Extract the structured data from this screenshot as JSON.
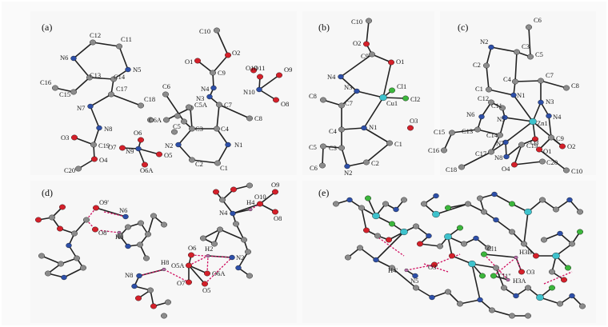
{
  "panels": {
    "a": {
      "label": "(a)",
      "atoms": [
        {
          "t": "C12",
          "el": "C"
        },
        {
          "t": "C11",
          "el": "C"
        },
        {
          "t": "N6",
          "el": "N"
        },
        {
          "t": "N5",
          "el": "N"
        },
        {
          "t": "C13",
          "el": "C"
        },
        {
          "t": "C14",
          "el": "C"
        },
        {
          "t": "C16",
          "el": "C"
        },
        {
          "t": "C15",
          "el": "C"
        },
        {
          "t": "C17",
          "el": "C"
        },
        {
          "t": "N7",
          "el": "N"
        },
        {
          "t": "C18",
          "el": "C"
        },
        {
          "t": "N8",
          "el": "N"
        },
        {
          "t": "O3",
          "el": "O"
        },
        {
          "t": "C19",
          "el": "C"
        },
        {
          "t": "O4",
          "el": "O"
        },
        {
          "t": "C20",
          "el": "C"
        },
        {
          "t": "C10",
          "el": "C"
        },
        {
          "t": "O1",
          "el": "O"
        },
        {
          "t": "O2",
          "el": "O"
        },
        {
          "t": "C9",
          "el": "C"
        },
        {
          "t": "N4",
          "el": "N"
        },
        {
          "t": "N3",
          "el": "N"
        },
        {
          "t": "C7",
          "el": "C"
        },
        {
          "t": "C8",
          "el": "C"
        },
        {
          "t": "C6",
          "el": "C"
        },
        {
          "t": "C5A",
          "el": "C"
        },
        {
          "t": "C6A",
          "el": "C"
        },
        {
          "t": "C5",
          "el": "C"
        },
        {
          "t": "C3",
          "el": "C"
        },
        {
          "t": "C4",
          "el": "C"
        },
        {
          "t": "N2",
          "el": "N"
        },
        {
          "t": "N1",
          "el": "N"
        },
        {
          "t": "C2",
          "el": "C"
        },
        {
          "t": "C1",
          "el": "C"
        },
        {
          "t": "O10",
          "el": "O"
        },
        {
          "t": "O9",
          "el": "O"
        },
        {
          "t": "N10",
          "el": "N"
        },
        {
          "t": "O11",
          "el": "O"
        },
        {
          "t": "O8",
          "el": "O"
        },
        {
          "t": "O6",
          "el": "O"
        },
        {
          "t": "O7",
          "el": "O"
        },
        {
          "t": "N9",
          "el": "N"
        },
        {
          "t": "O5",
          "el": "O"
        },
        {
          "t": "O6A",
          "el": "O"
        }
      ]
    },
    "b": {
      "label": "(b)",
      "atoms": [
        {
          "t": "C10",
          "el": "C"
        },
        {
          "t": "O2",
          "el": "O"
        },
        {
          "t": "C9",
          "el": "C"
        },
        {
          "t": "O1",
          "el": "O"
        },
        {
          "t": "N4",
          "el": "N"
        },
        {
          "t": "Cl1",
          "el": "Cl"
        },
        {
          "t": "Cl2",
          "el": "Cl"
        },
        {
          "t": "N3",
          "el": "N"
        },
        {
          "t": "Cu1",
          "el": "M"
        },
        {
          "t": "C8",
          "el": "C"
        },
        {
          "t": "C7",
          "el": "C"
        },
        {
          "t": "C4",
          "el": "C"
        },
        {
          "t": "N1",
          "el": "N"
        },
        {
          "t": "O3",
          "el": "O"
        },
        {
          "t": "C3",
          "el": "C"
        },
        {
          "t": "C1",
          "el": "C"
        },
        {
          "t": "C5",
          "el": "C"
        },
        {
          "t": "C6",
          "el": "C"
        },
        {
          "t": "N2",
          "el": "N"
        },
        {
          "t": "C2",
          "el": "C"
        }
      ]
    },
    "c": {
      "label": "(c)",
      "atoms": [
        {
          "t": "C6",
          "el": "C"
        },
        {
          "t": "N2",
          "el": "N"
        },
        {
          "t": "C3",
          "el": "C"
        },
        {
          "t": "C5",
          "el": "C"
        },
        {
          "t": "C2",
          "el": "C"
        },
        {
          "t": "C4",
          "el": "C"
        },
        {
          "t": "C7",
          "el": "C"
        },
        {
          "t": "C8",
          "el": "C"
        },
        {
          "t": "C1",
          "el": "C"
        },
        {
          "t": "N1",
          "el": "N"
        },
        {
          "t": "N3",
          "el": "N"
        },
        {
          "t": "C12",
          "el": "C"
        },
        {
          "t": "C11",
          "el": "C"
        },
        {
          "t": "N6",
          "el": "N"
        },
        {
          "t": "N5",
          "el": "N"
        },
        {
          "t": "N4",
          "el": "N"
        },
        {
          "t": "Zn1",
          "el": "M"
        },
        {
          "t": "C13",
          "el": "C"
        },
        {
          "t": "C14",
          "el": "C"
        },
        {
          "t": "C15",
          "el": "C"
        },
        {
          "t": "N7",
          "el": "N"
        },
        {
          "t": "O3",
          "el": "O"
        },
        {
          "t": "C9",
          "el": "C"
        },
        {
          "t": "C16",
          "el": "C"
        },
        {
          "t": "C19",
          "el": "C"
        },
        {
          "t": "O1",
          "el": "O"
        },
        {
          "t": "O2",
          "el": "O"
        },
        {
          "t": "C17",
          "el": "C"
        },
        {
          "t": "N8",
          "el": "N"
        },
        {
          "t": "C18",
          "el": "C"
        },
        {
          "t": "O4",
          "el": "O"
        },
        {
          "t": "C20",
          "el": "C"
        },
        {
          "t": "C10",
          "el": "C"
        }
      ]
    },
    "d": {
      "label": "(d)",
      "atoms": [
        {
          "t": "O9'",
          "el": "O"
        },
        {
          "t": "N6",
          "el": "N"
        },
        {
          "t": "O8'",
          "el": "O"
        },
        {
          "t": "H6",
          "el": "H"
        },
        {
          "t": "O10",
          "el": "O"
        },
        {
          "t": "O9",
          "el": "O"
        },
        {
          "t": "N4",
          "el": "N"
        },
        {
          "t": "H4",
          "el": "H"
        },
        {
          "t": "O8",
          "el": "O"
        },
        {
          "t": "H8",
          "el": "H"
        },
        {
          "t": "N8",
          "el": "N"
        },
        {
          "t": "O6",
          "el": "O"
        },
        {
          "t": "H2",
          "el": "H"
        },
        {
          "t": "O5A",
          "el": "O"
        },
        {
          "t": "N2",
          "el": "N"
        },
        {
          "t": "O6A",
          "el": "O"
        },
        {
          "t": "O7",
          "el": "O"
        },
        {
          "t": "O5",
          "el": "O"
        }
      ]
    },
    "e": {
      "label": "(e)",
      "atoms": [
        {
          "t": "O3'",
          "el": "O"
        },
        {
          "t": "H4'",
          "el": "H"
        },
        {
          "t": "N5",
          "el": "N"
        },
        {
          "t": "Cl1",
          "el": "Cl"
        },
        {
          "t": "H3B",
          "el": "H"
        },
        {
          "t": "O3",
          "el": "O"
        },
        {
          "t": "Cl1\"",
          "el": "Cl"
        },
        {
          "t": "H3A",
          "el": "H"
        }
      ]
    }
  },
  "colors": {
    "C": "#8c8c8c",
    "N": "#2d4fa8",
    "O": "#d4202a",
    "Cl": "#3cb63c",
    "M": "#3ec2cc",
    "H": "#b86aa8",
    "bond": "#222222",
    "hbond": "#d01060",
    "panel_bg": "#f7f7f7"
  }
}
